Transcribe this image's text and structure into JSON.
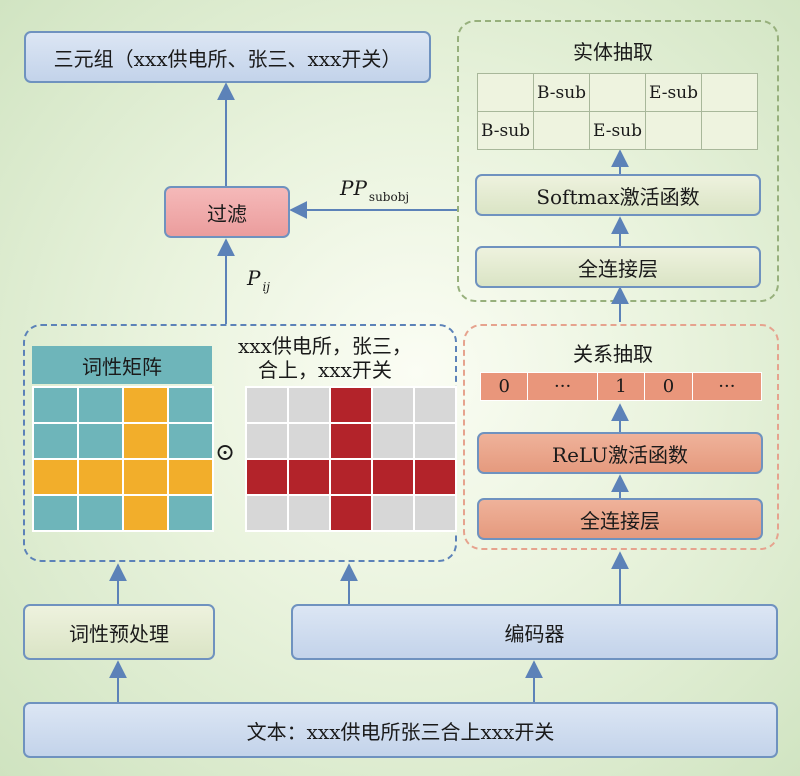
{
  "triple_box": {
    "label": "三元组（xxx供电所、张三、xxx开关）"
  },
  "filter_box": {
    "label": "过滤"
  },
  "pp_label": {
    "main": "PP",
    "sub": "subobj"
  },
  "p_label": {
    "main": "P",
    "sub": "ij"
  },
  "entity_extraction": {
    "title": "实体抽取",
    "grid_rows": [
      [
        "",
        "B-sub",
        "",
        "E-sub",
        ""
      ],
      [
        "B-sub",
        "",
        "E-sub",
        "",
        ""
      ]
    ],
    "softmax_label": "Softmax激活函数",
    "fc_label": "全连接层"
  },
  "relation_extraction": {
    "title": "关系抽取",
    "vector": [
      "0",
      "···",
      "1",
      "0",
      "···"
    ],
    "relu_label": "ReLU激活函数",
    "fc_label": "全连接层"
  },
  "pos_matrix": {
    "title": "词性矩阵",
    "rows": [
      [
        "teal",
        "teal",
        "gold",
        "teal"
      ],
      [
        "teal",
        "teal",
        "gold",
        "teal"
      ],
      [
        "gold",
        "gold",
        "gold",
        "gold"
      ],
      [
        "teal",
        "teal",
        "gold",
        "teal"
      ]
    ]
  },
  "operator": "⊙",
  "sentence_label": {
    "line1": "xxx供电所，张三，",
    "line2": "合上，xxx开关"
  },
  "mask_matrix": {
    "rows": [
      [
        "grey",
        "grey",
        "red",
        "grey",
        "grey"
      ],
      [
        "grey",
        "grey",
        "red",
        "grey",
        "grey"
      ],
      [
        "red",
        "red",
        "red",
        "red",
        "red"
      ],
      [
        "grey",
        "grey",
        "red",
        "grey",
        "grey"
      ]
    ]
  },
  "pos_preprocess_box": {
    "label": "词性预处理"
  },
  "encoder_box": {
    "label": "编码器"
  },
  "text_box": {
    "label": "文本：xxx供电所张三合上xxx开关"
  },
  "colors": {
    "arrow": "#5c82b8",
    "entity_group_border": "#97b07c",
    "relation_group_border": "#e6a38e",
    "pos_group_border": "#5c82b8"
  }
}
